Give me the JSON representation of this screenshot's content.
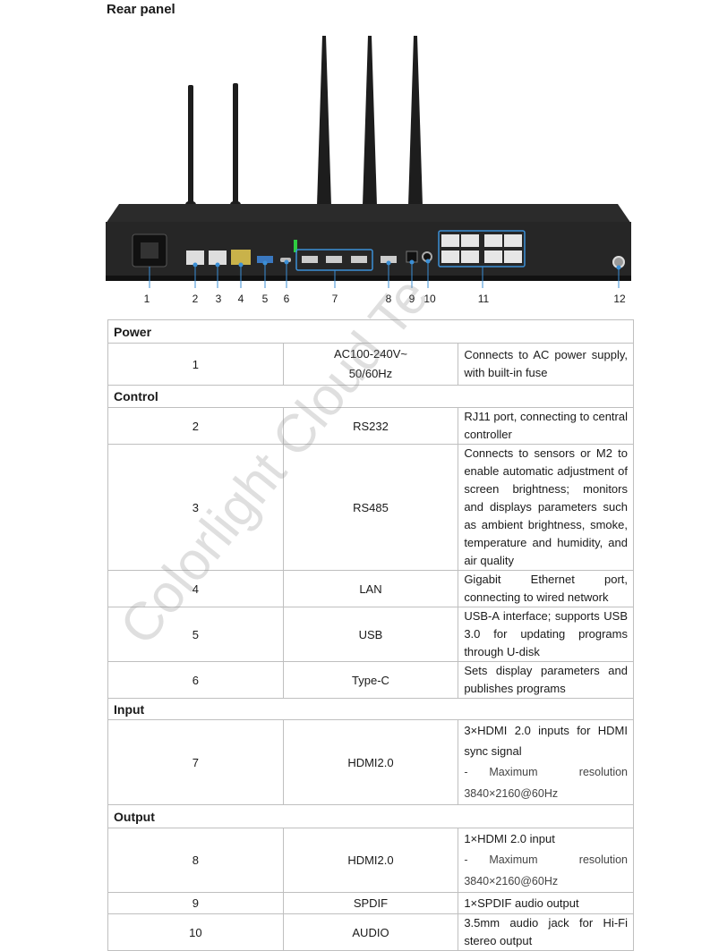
{
  "heading": "Rear panel",
  "callouts": [
    "1",
    "2",
    "3",
    "4",
    "5",
    "6",
    "7",
    "8",
    "9",
    "10",
    "11",
    "12"
  ],
  "sections": {
    "power": "Power",
    "control": "Control",
    "input": "Input",
    "output": "Output"
  },
  "rows": {
    "r1": {
      "num": "1",
      "name_a": "AC100-240V~",
      "name_b": "50/60Hz",
      "desc": "Connects to AC power supply, with built-in fuse"
    },
    "r2": {
      "num": "2",
      "name": "RS232",
      "desc": "RJ11 port, connecting to central controller"
    },
    "r3": {
      "num": "3",
      "name": "RS485",
      "desc": "Connects to sensors or M2 to enable automatic adjustment of screen brightness; monitors and displays parameters such as ambient brightness, smoke, temperature and humidity, and air quality"
    },
    "r4": {
      "num": "4",
      "name": "LAN",
      "desc": "Gigabit Ethernet port, connecting to wired network"
    },
    "r5": {
      "num": "5",
      "name": "USB",
      "desc": "USB-A interface; supports USB 3.0 for updating programs through U-disk"
    },
    "r6": {
      "num": "6",
      "name": "Type-C",
      "desc": "Sets display parameters and publishes programs"
    },
    "r7": {
      "num": "7",
      "name": "HDMI2.0",
      "desc": "3×HDMI 2.0 inputs for HDMI sync signal",
      "sub": "Maximum resolution 3840×2160@60Hz"
    },
    "r8": {
      "num": "8",
      "name": "HDMI2.0",
      "desc": "1×HDMI 2.0 input",
      "sub": "Maximum resolution 3840×2160@60Hz"
    },
    "r9": {
      "num": "9",
      "name": "SPDIF",
      "desc": "1×SPDIF audio output"
    },
    "r10": {
      "num": "10",
      "name": "AUDIO",
      "desc": "3.5mm audio jack for Hi-Fi stereo output"
    }
  },
  "dash": "-",
  "watermark": "Colorlight Cloud Te"
}
